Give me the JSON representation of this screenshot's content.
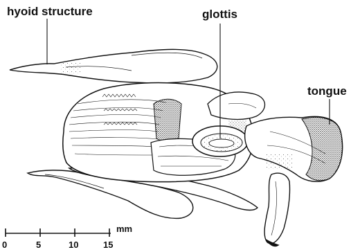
{
  "labels": {
    "hyoid": "hyoid structure",
    "glottis": "glottis",
    "tongue": "tongue"
  },
  "scale_bar": {
    "ticks": [
      "0",
      "5",
      "10",
      "15"
    ],
    "unit": "mm"
  },
  "colors": {
    "ink": "#111111",
    "paper": "#ffffff"
  }
}
